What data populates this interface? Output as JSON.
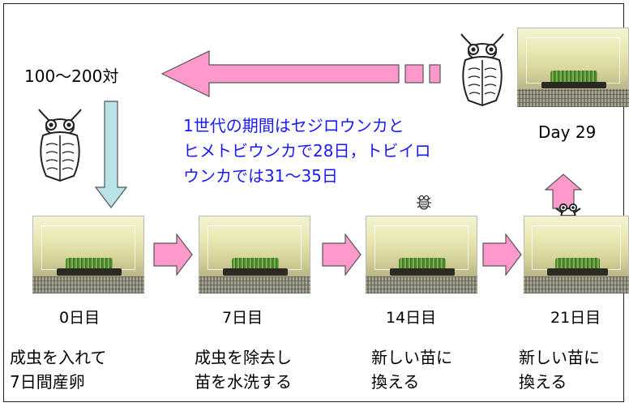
{
  "pairs_label": "100〜200対",
  "note_lines": [
    "1世代の期間はセジロウンカと",
    "ヒメトビウンカで28日，トビイロ",
    "ウンカでは31〜35日"
  ],
  "final_day_label": "Day 29",
  "stages": [
    {
      "day": "0日目",
      "desc1": "成虫を入れて",
      "desc2": "7日間産卵"
    },
    {
      "day": "7日目",
      "desc1": "成虫を除去し",
      "desc2": "苗を水洗する"
    },
    {
      "day": "14日目",
      "desc1": "新しい苗に",
      "desc2": "換える"
    },
    {
      "day": "21日目",
      "desc1": "新しい苗に",
      "desc2": "換える"
    }
  ],
  "colors": {
    "pink_arrow": "#ff99cc",
    "blue_arrow": "#b8e4e8",
    "note_text": "#1a1aff"
  }
}
